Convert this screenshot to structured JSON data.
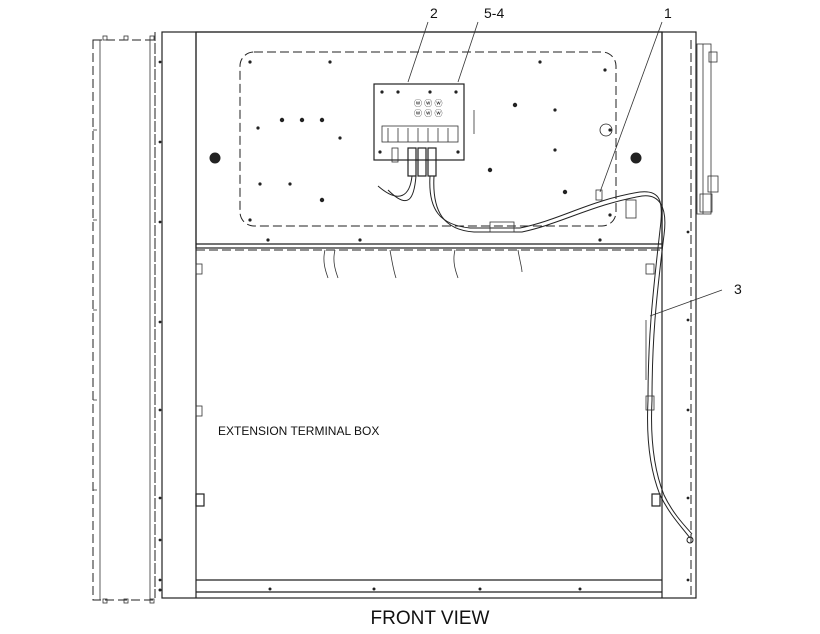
{
  "callouts": {
    "c2": "2",
    "c54": "5-4",
    "c1": "1",
    "c3": "3"
  },
  "labels": {
    "box_label": "EXTENSION TERMINAL BOX",
    "view_title": "FRONT VIEW"
  },
  "colors": {
    "line": "#222222",
    "background": "#ffffff"
  }
}
